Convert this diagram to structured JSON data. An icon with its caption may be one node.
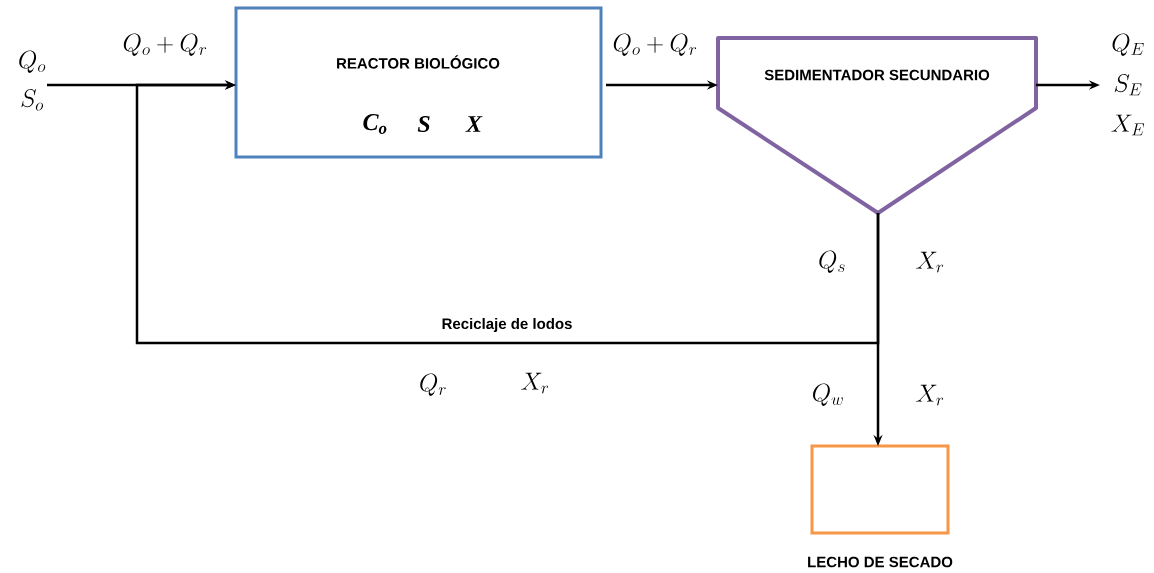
{
  "diagram": {
    "nodes": [
      {
        "text": [
          "REACTOR BIOLÓGICO",
          "C$_{o}$",
          "S",
          "X"
        ]
      },
      {
        "text": [
          "SEDIMENTADOR  SECUNDARIO"
        ]
      },
      {
        "text": [
          "LECHO DE SECADO"
        ]
      },
      {
        "text": [
          "Q_o",
          "S_o"
        ]
      },
      {
        "text": [
          "Q_E",
          "S_E",
          "X_E"
        ]
      }
    ],
    "edges": [
      {
        "from": 3,
        "to": 0,
        "arrow": "to"
      },
      {
        "from": 0,
        "to": 1,
        "arrow": "to"
      },
      {
        "from": 1,
        "to": 4,
        "arrow": "to"
      },
      {
        "from": 1,
        "to": 0,
        "arrow": "to",
        "label": "Reciclaje de lodos"
      },
      {
        "from": 1,
        "to": 2,
        "arrow": "to"
      }
    ],
    "labels": [
      "Q_o + Q_r",
      "Q_o + Q_r",
      "Q_s",
      "X_r",
      "Q_r",
      "X_r",
      "Q_w",
      "X_r"
    ]
  }
}
